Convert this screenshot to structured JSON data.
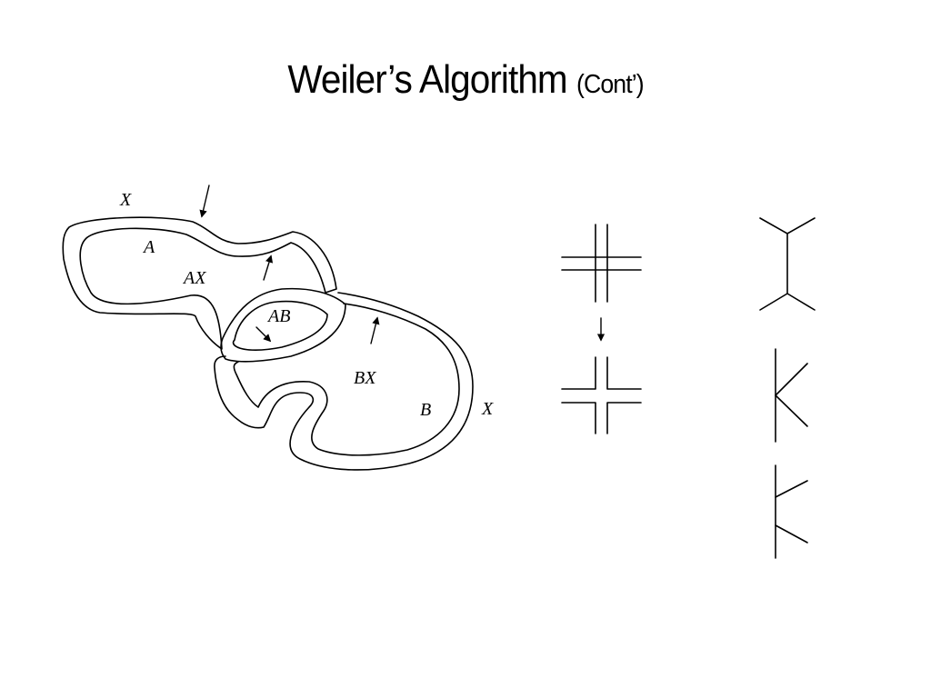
{
  "slide": {
    "title": "Weiler’s Algorithm",
    "subtitle": "(Cont’)"
  },
  "diagram": {
    "region_labels": {
      "outer_left": "X",
      "inner_a": "A",
      "ax": "AX",
      "ab": "AB",
      "bx": "BX",
      "inner_b": "B",
      "outer_right": "X"
    }
  }
}
